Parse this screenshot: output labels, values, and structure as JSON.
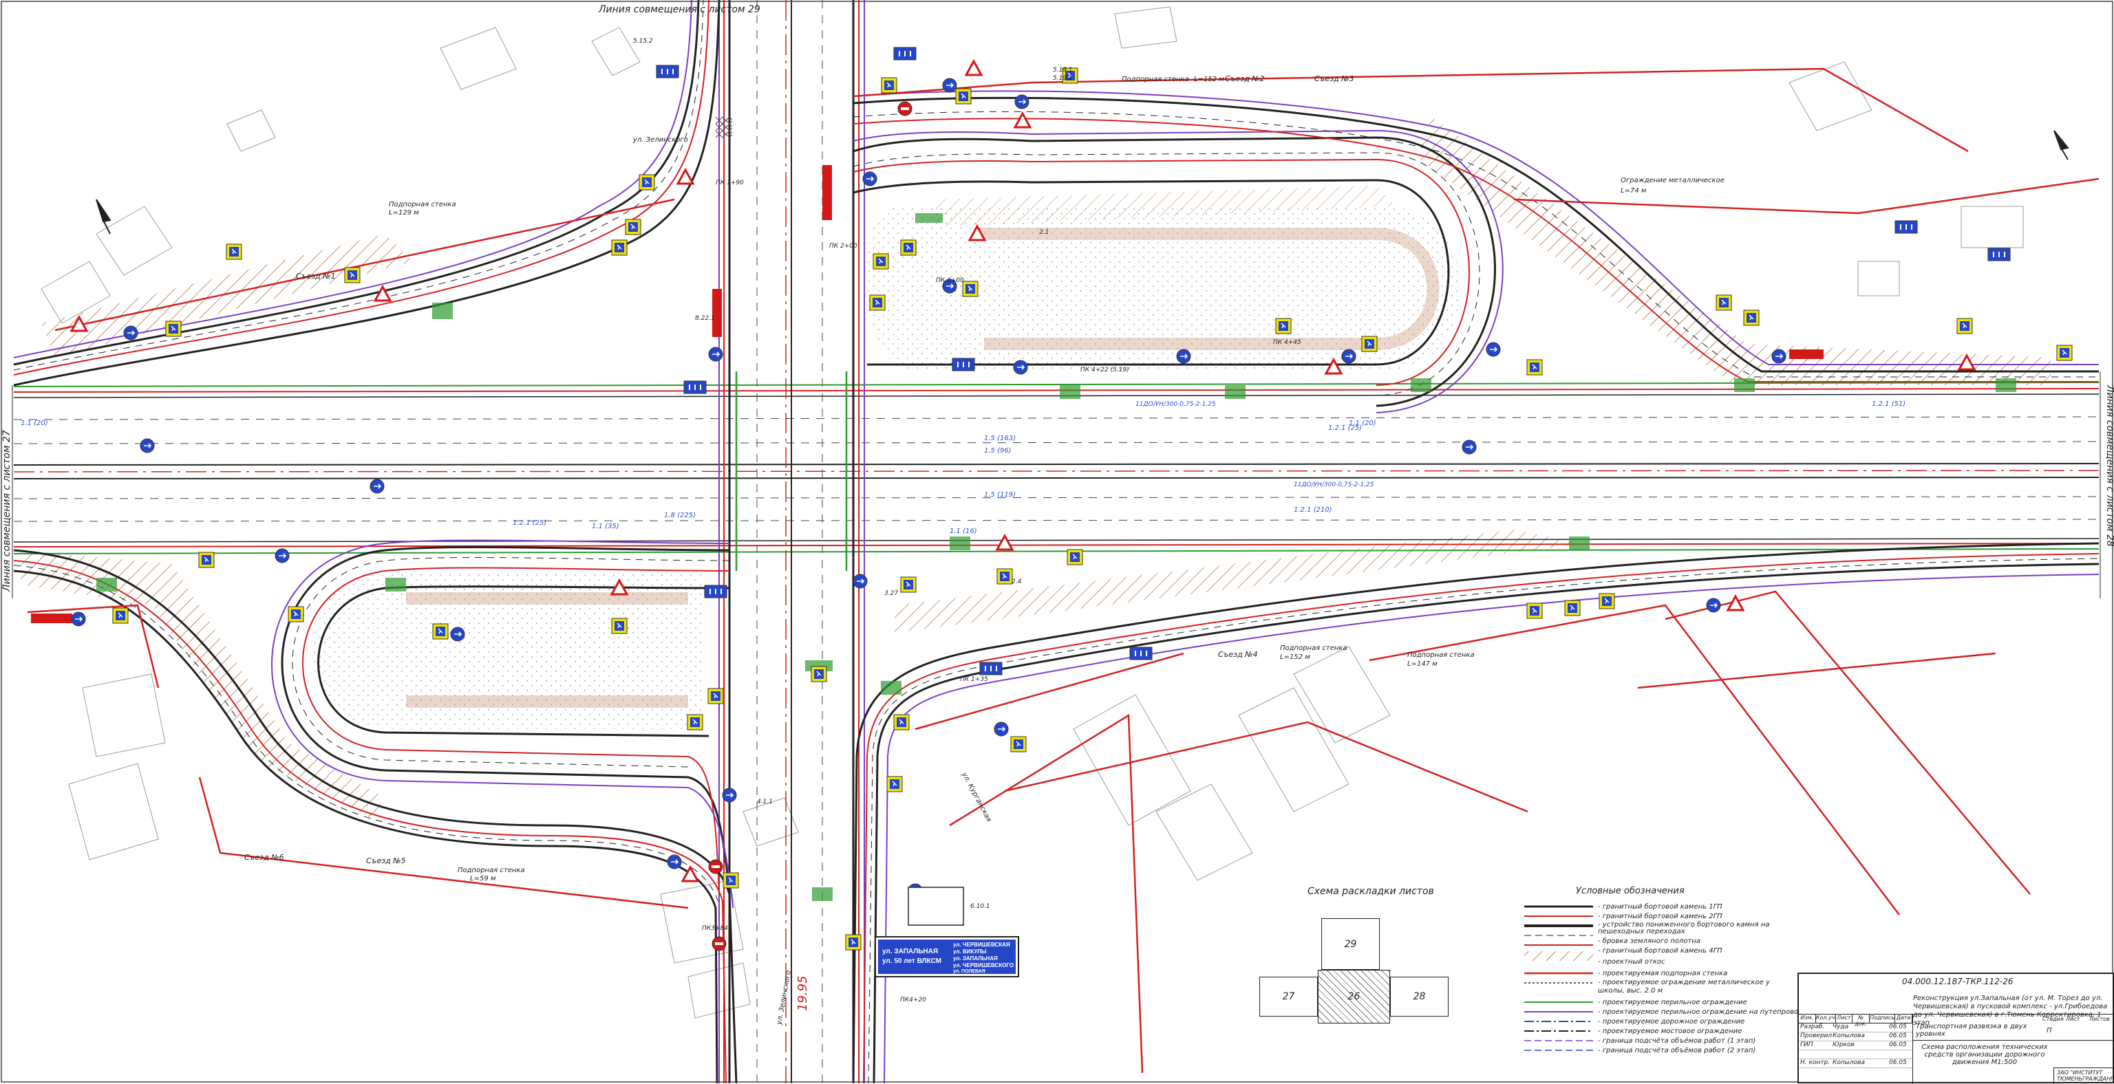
{
  "sheet": {
    "match_lines": {
      "top": "Линия совмещения с листом 29",
      "left": "Линия совмещения с листом 27",
      "right": "Линия совмещения с листом 28"
    },
    "ramp_labels": [
      "Съезд №1",
      "Съезд №2",
      "Съезд №3",
      "Съезд №4",
      "Съезд №5",
      "Съезд №6"
    ],
    "wall_labels": [
      "Подпорная стенка",
      "L=129 м",
      "Подпорная стенка",
      "L=152 м",
      "Подпорная стенка",
      "L=152 м",
      "Подпорная стенка",
      "L=147 м",
      "Подпорная стенка",
      "L=59 м"
    ],
    "fence_label": "Ограждение металлическое",
    "fence_length": "L=74 м",
    "marking_labels": [
      "1.1 (20)",
      "1.2.1 (25)",
      "1.5 (163)",
      "1.5 (96)",
      "1.5 (119)",
      "1.2.1 (25)",
      "1.1 (16)",
      "1.2.1 (51)",
      "1.1 (20)",
      "1.8 (225)",
      "1.2.1 (210)",
      "1.1 (35)"
    ],
    "guardrail_labels": [
      "11ДО/УН/300-0,75-2-1,25",
      "11ДО/УН/300-0,75-2-1,25"
    ],
    "station_labels": [
      "ПК 1+90",
      "ПК 2+00",
      "ПК 3+00",
      "ПК 4+22 (5.19)",
      "ПК 4+45",
      "ПК 1+35",
      "ПК3+84",
      "ПК4+20"
    ],
    "street_labels": [
      "ул. Курганская",
      "ул. Зелинского",
      "ул. Зелинского"
    ],
    "sign_labels": [
      "5.15.2",
      "5.19.1",
      "5.19.2",
      "8.22.1",
      "4.1.1",
      "2.1",
      "2.4",
      "3.27",
      "6.10.1"
    ],
    "direction_sign": {
      "left_line1": "ул. ЗАПАЛЬНАЯ",
      "left_line2": "ул. 50 лет ВЛКСМ",
      "right_line1": "ул. ЧЕРВИШЕВСКАЯ",
      "right_line2": "ул. ВИКУЛЫ",
      "right_line3": "ул. ЗАПАЛЬНАЯ",
      "right_line4": "ул. ЧЕРВИШЕВСКОГО",
      "right_line5": "ул. ПОЛЕВАЯ"
    },
    "side_number": "19.95"
  },
  "scheme": {
    "title": "Схема раскладки листов",
    "sheets": [
      "29",
      "27",
      "26",
      "28"
    ]
  },
  "legend": {
    "title": "Условные обозначения",
    "items": [
      "- гранитный бортовой камень 1ГП",
      "- гранитный бортовой камень 2ГП",
      "- устройство пониженного бортового камня на пешеходных переходах",
      "- бровка земляного полотна",
      "- гранитный бортовой камень 4ГП",
      "- проектный откос",
      "- проектируемая подпорная стенка",
      "- проектируемое ограждение металлическое у школы, выс. 2.0 м",
      "- проектируемое перильное ограждение",
      "- проектируемое перильное ограждение на путепроводах",
      "- проектируемое дорожное ограждение",
      "- проектируемое мостовое ограждение",
      "- граница подсчёта объёмов работ (1 этап)",
      "- граница подсчёта объёмов работ (2 этап)"
    ]
  },
  "title_block": {
    "code": "04.000.12.187-ТКР.112-26",
    "project": "Реконструкция ул.Запальная (от ул. М. Торез до ул. Червишевская) в пусковой комплекс - ул.Грибоедова до ул. Червишевская) в г.Тюмень Корректировка. 1 этап",
    "header": [
      "Изм.",
      "Кол.уч",
      "Лист",
      "№ док.",
      "Подпись",
      "Дата"
    ],
    "rows": [
      {
        "role": "Разраб.",
        "name": "Чуда",
        "date": "06.05"
      },
      {
        "role": "Проверил",
        "name": "Копылова",
        "date": "06.05"
      },
      {
        "role": "ГИП",
        "name": "Юрков",
        "date": "06.05"
      },
      {
        "role": "",
        "name": "",
        "date": ""
      },
      {
        "role": "Н. контр.",
        "name": "Копылова",
        "date": "06.05"
      }
    ],
    "section": "Транспортная развязка в двух уровнях",
    "stage_header": [
      "Стадия",
      "Лист",
      "Листов"
    ],
    "stage": "П",
    "drawing_title": "Схема расположения технических средств организации дорожного движения М1:500",
    "company": "ЗАО \"ИНСТИТУТ ТЮМЕНЬГРАЖДАНПРОЕКТ\""
  }
}
